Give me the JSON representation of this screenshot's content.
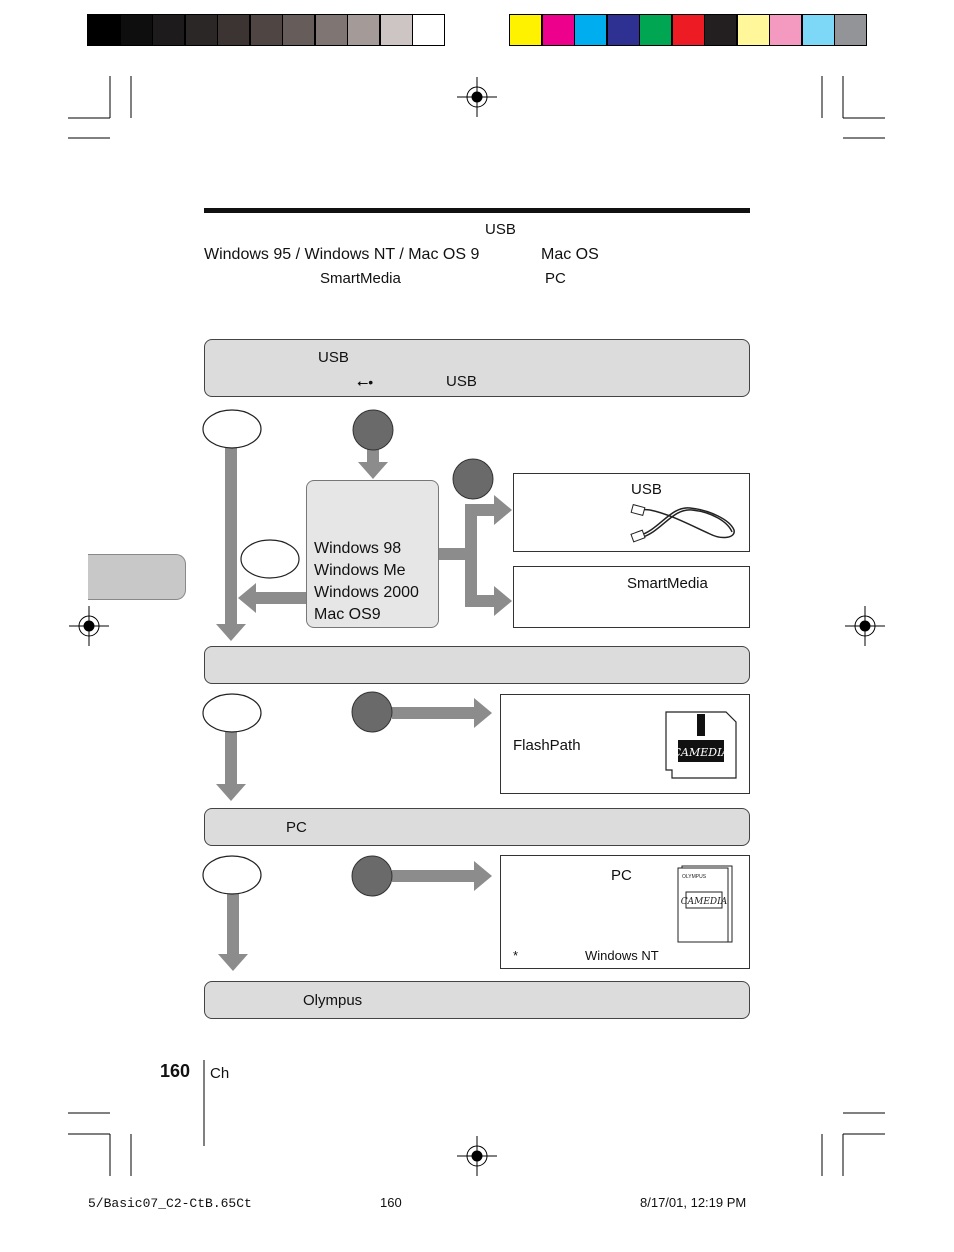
{
  "color_bar_left": [
    "#000000",
    "#0e0e0e",
    "#1d1b1b",
    "#2b2726",
    "#3b3433",
    "#4f4644",
    "#665c5a",
    "#7f7573",
    "#a49a98",
    "#cdc5c4",
    "#ffffff"
  ],
  "color_bar_right": [
    "#fff200",
    "#ec008c",
    "#00aeef",
    "#2e3192",
    "#00a651",
    "#ed1c24",
    "#231f20",
    "#fff799",
    "#f49ac1",
    "#7dd8f8",
    "#929497"
  ],
  "intro": {
    "line1": "USB",
    "line2a": "Windows 95 / Windows NT / Mac OS 9",
    "line2b": "Mac OS",
    "line3a": "SmartMedia",
    "line3b": "PC"
  },
  "top_panel": {
    "label1": "USB",
    "usb_symbol": "⭠•",
    "label2": "USB"
  },
  "os_box": {
    "items": [
      "Windows 98",
      "Windows Me",
      "Windows 2000",
      "Mac OS9"
    ]
  },
  "usb_box": {
    "label": "USB"
  },
  "smartmedia_box": {
    "label": "SmartMedia"
  },
  "flashpath_box": {
    "label": "FlashPath",
    "card_brand": "CAMEDIA"
  },
  "pc_panel": {
    "label": "PC"
  },
  "pc_box": {
    "label": "PC",
    "footnote_star": "*",
    "footnote": "Windows NT",
    "card_brand": "CAMEDIA",
    "card_small": "OLYMPUS"
  },
  "olympus_panel": {
    "label": "Olympus"
  },
  "footer": {
    "page_number": "160",
    "chapter": "Ch",
    "slug": "5/Basic07_C2-CtB.65Ct",
    "slug_page": "160",
    "timestamp": "8/17/01, 12:19 PM"
  }
}
